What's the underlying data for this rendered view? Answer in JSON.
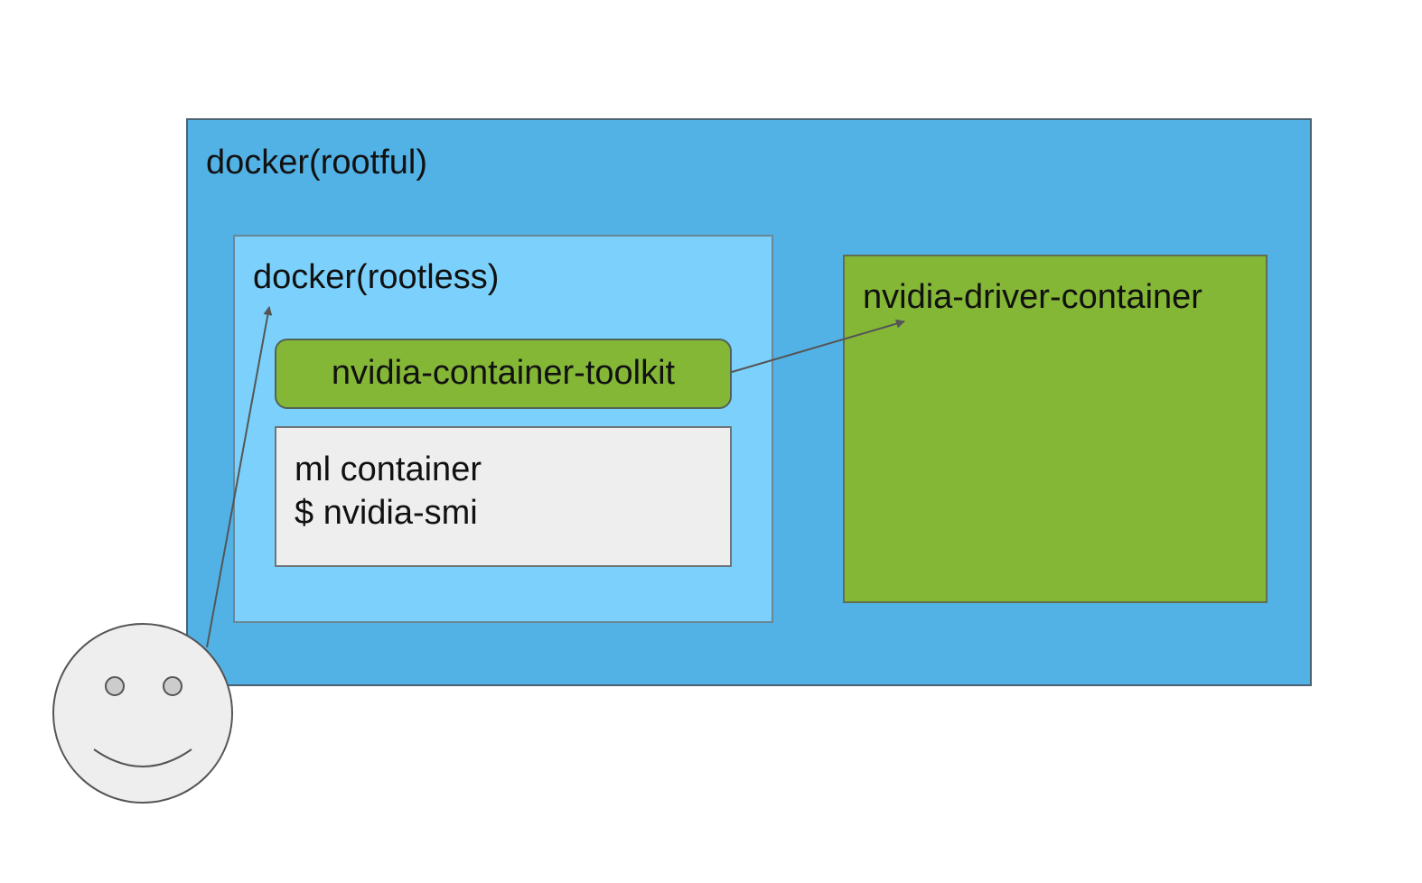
{
  "diagram": {
    "rootful": {
      "label": "docker(rootful)"
    },
    "rootless": {
      "label": "docker(rootless)"
    },
    "toolkit": {
      "label": "nvidia-container-toolkit"
    },
    "ml_container": {
      "line1": "ml container",
      "line2": "$ nvidia-smi"
    },
    "driver": {
      "label": "nvidia-driver-container"
    }
  },
  "colors": {
    "rootful_fill": "#52b2e6",
    "rootless_fill": "#7bd1fb",
    "green_fill": "#85b737",
    "ml_fill": "#eeeeee",
    "face_fill": "#eeeeee",
    "arrow": "#555555"
  },
  "icons": {
    "user": "smiley-face-icon"
  }
}
